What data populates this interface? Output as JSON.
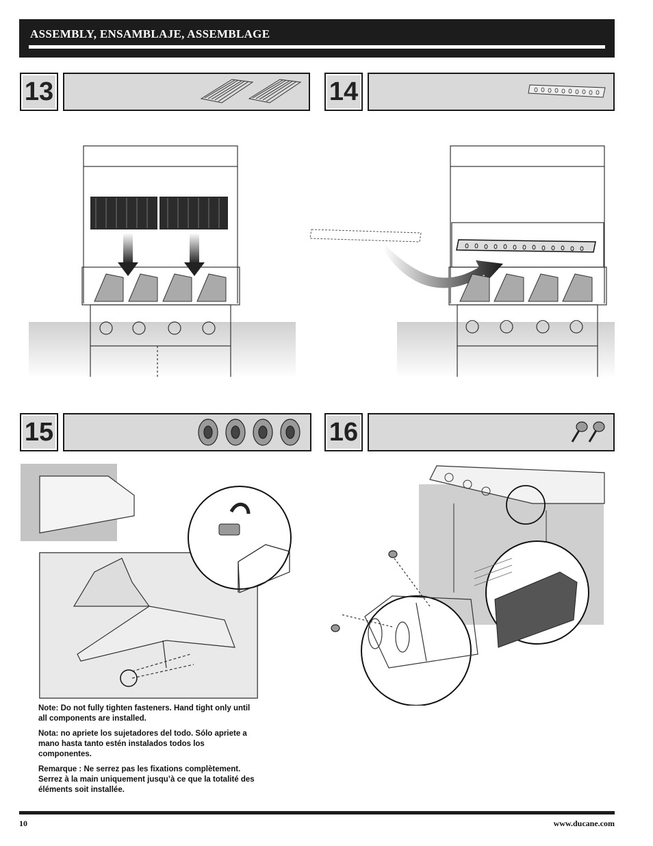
{
  "header": {
    "title": "ASSEMBLY, ENSAMBLAJE, ASSEMBLAGE"
  },
  "steps": [
    {
      "number": "13",
      "part_icon": "cooking-grates-icon"
    },
    {
      "number": "14",
      "part_icon": "warming-rack-icon"
    },
    {
      "number": "15",
      "part_icon": "nuts-icon"
    },
    {
      "number": "16",
      "part_icon": "screws-icon"
    }
  ],
  "notes": {
    "en": "Note: Do not fully tighten fasteners. Hand tight only until all components are installed.",
    "es": "Nota: no apriete los sujetadores del todo. Sólo apriete a mano hasta tanto estén instalados todos los componentes.",
    "fr": "Remarque : Ne serrez pas les fixations complètement. Serrez à la main uniquement jusqu’à ce que la totalité des éléments soit installée."
  },
  "footer": {
    "page_number": "10",
    "url": "www.ducane.com"
  },
  "colors": {
    "header_bg": "#1c1c1c",
    "panel_bg": "#d9d9d9",
    "text": "#111111"
  }
}
